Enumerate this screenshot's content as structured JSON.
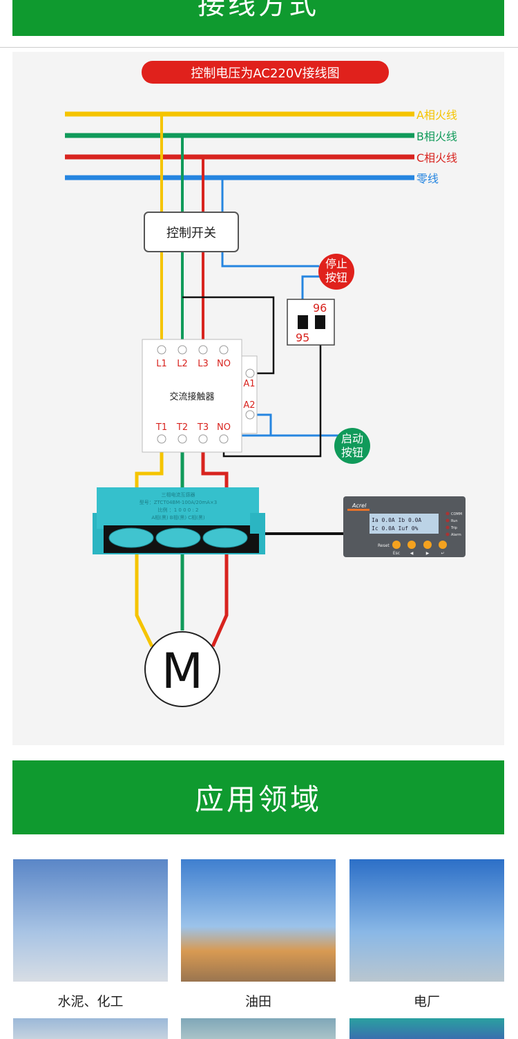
{
  "header": {
    "title": "接线方式"
  },
  "diagram": {
    "title": "控制电压为AC220V接线图",
    "lines": {
      "a": "A相火线",
      "b": "B相火线",
      "c": "C相火线",
      "n": "零线"
    },
    "control_switch": "控制开关",
    "stop_button": [
      "停止",
      "按钮"
    ],
    "start_button": [
      "启动",
      "按钮"
    ],
    "contactor": {
      "name": "交流接触器",
      "top_terminals": [
        "L1",
        "L2",
        "L3",
        "NO"
      ],
      "bottom_terminals": [
        "T1",
        "T2",
        "T3",
        "NO"
      ],
      "coil": [
        "A1",
        "A2"
      ]
    },
    "aux_contacts": [
      "96",
      "95"
    ],
    "motor": "M",
    "ct": {
      "lines": [
        "三相电流互感器",
        "型号：ZTCT04BM-100A/20mA×3",
        "比例 ：1 0 0 0 : 2",
        "A相(黑)  B相(黑)  C相(黑)"
      ]
    },
    "relay": {
      "brand": "Acrel",
      "lcd": [
        "Ia    0.0A Ib    0.0A",
        "Ic    0.0A Iuf     0%"
      ],
      "leds": [
        "COMM",
        "Run",
        "Trip",
        "Alarm"
      ],
      "buttons": [
        "Reset",
        "Esc",
        "◀",
        "▶",
        "↵"
      ]
    },
    "colors": {
      "a": "#f5c400",
      "b": "#109a5a",
      "c": "#d8241f",
      "n": "#2585e0"
    }
  },
  "applications": {
    "title": "应用领域",
    "items": [
      {
        "label": "水泥、化工"
      },
      {
        "label": "油田"
      },
      {
        "label": "电厂"
      }
    ]
  }
}
